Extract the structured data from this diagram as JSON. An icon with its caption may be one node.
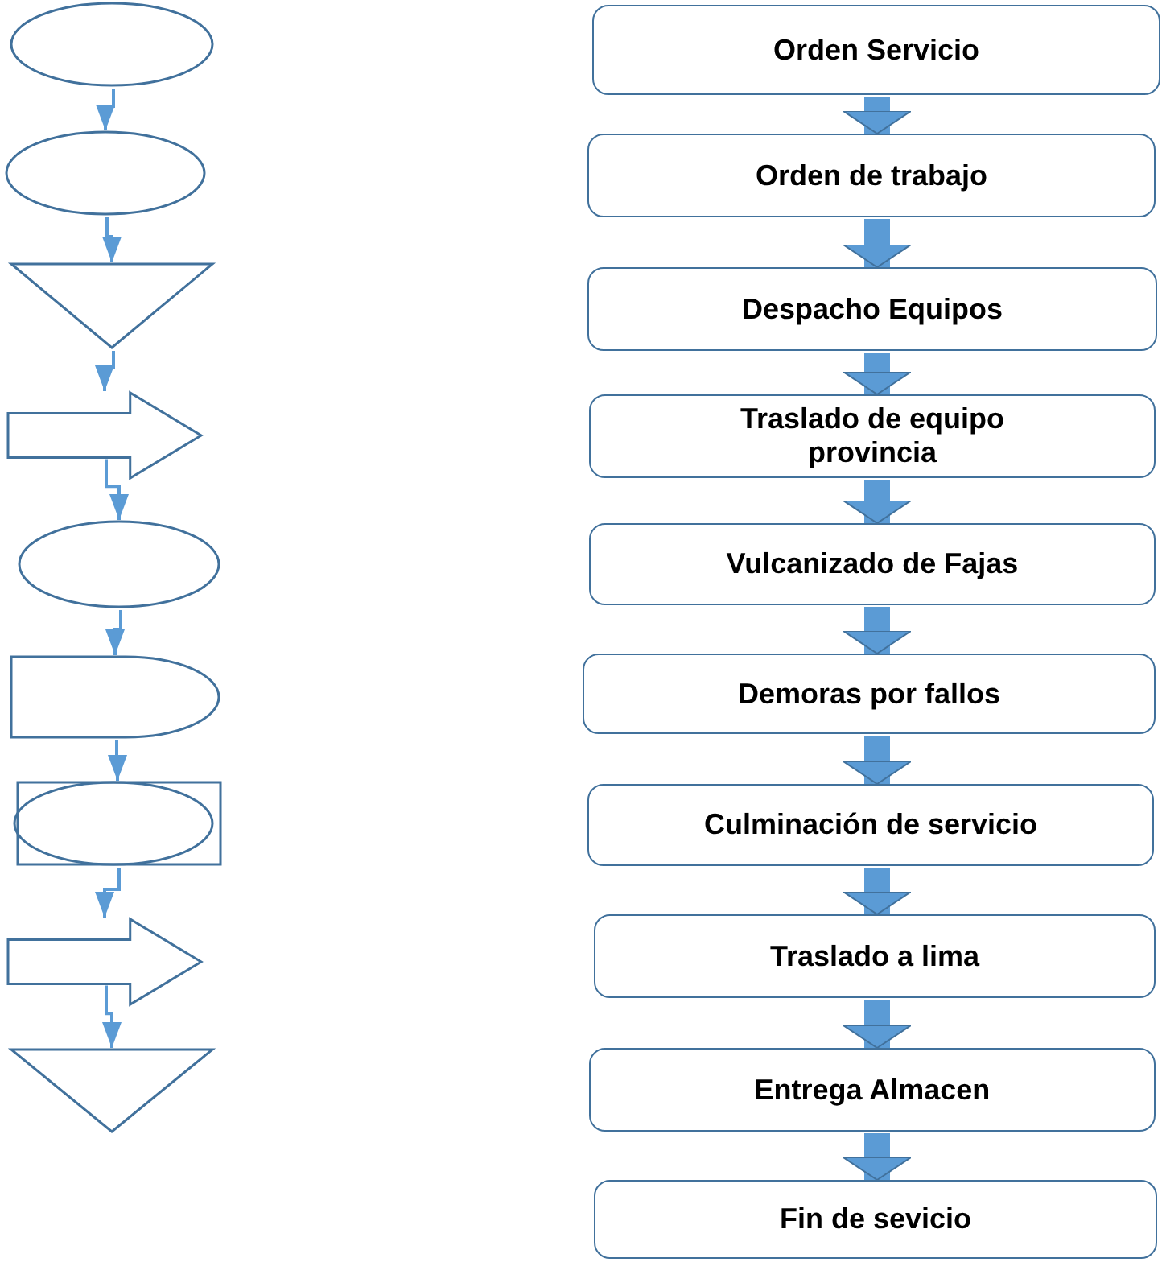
{
  "diagram": {
    "nodes": [
      {
        "text": [],
        "shape": "circle"
      },
      {
        "text": [],
        "shape": "circle"
      },
      {
        "text": [],
        "shape": "triangle"
      },
      {
        "text": [],
        "shape": "arrow"
      },
      {
        "text": [],
        "shape": "circle"
      },
      {
        "text": [],
        "shape": "delay"
      },
      {
        "text": [],
        "shape": "box"
      },
      {
        "text": [],
        "shape": "arrow"
      },
      {
        "text": [],
        "shape": "triangle"
      },
      {
        "text": [
          "Orden Servicio"
        ]
      },
      {
        "text": [
          "Orden de trabajo"
        ]
      },
      {
        "text": [
          "Despacho Equipos"
        ]
      },
      {
        "text": [
          "Traslado de equipo provincia"
        ]
      },
      {
        "text": [
          "Vulcanizado de Fajas"
        ]
      },
      {
        "text": [
          "Demoras por fallos"
        ]
      },
      {
        "text": [
          "Culminación de servicio"
        ]
      },
      {
        "text": [
          "Traslado a lima"
        ]
      },
      {
        "text": [
          "Entrega Almacen"
        ]
      },
      {
        "text": [
          "Fin de sevicio"
        ]
      }
    ],
    "edges": [
      {
        "from": 0,
        "to": 1,
        "arrow": "to"
      },
      {
        "from": 1,
        "to": 2,
        "arrow": "to"
      },
      {
        "from": 2,
        "to": 3,
        "arrow": "to"
      },
      {
        "from": 3,
        "to": 4,
        "arrow": "to"
      },
      {
        "from": 4,
        "to": 5,
        "arrow": "to"
      },
      {
        "from": 5,
        "to": 6,
        "arrow": "to"
      },
      {
        "from": 6,
        "to": 7,
        "arrow": "to"
      },
      {
        "from": 7,
        "to": 8,
        "arrow": "to"
      },
      {
        "from": 9,
        "to": 10,
        "arrow": "to"
      },
      {
        "from": 10,
        "to": 11,
        "arrow": "to"
      },
      {
        "from": 11,
        "to": 12,
        "arrow": "to"
      },
      {
        "from": 12,
        "to": 13,
        "arrow": "to"
      },
      {
        "from": 13,
        "to": 14,
        "arrow": "to"
      },
      {
        "from": 14,
        "to": 15,
        "arrow": "to"
      },
      {
        "from": 15,
        "to": 16,
        "arrow": "to"
      },
      {
        "from": 16,
        "to": 17,
        "arrow": "to"
      },
      {
        "from": 17,
        "to": 18,
        "arrow": "to"
      }
    ]
  }
}
